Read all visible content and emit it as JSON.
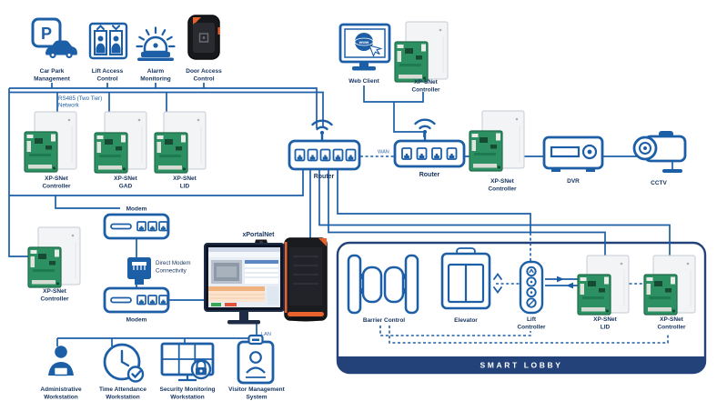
{
  "colors": {
    "line_blue": "#1d5fa7",
    "label_navy": "#16335e",
    "lobby_navy": "#24427a",
    "pcb_green": "#2c9062",
    "accent_orange": "#e8622d",
    "small_label_blue": "#3a69b0"
  },
  "top_devices": [
    {
      "line1": "Car Park",
      "line2": "Management",
      "p_glyph": "P"
    },
    {
      "line1": "Lift Access",
      "line2": "Control"
    },
    {
      "line1": "Alarm",
      "line2": "Monitoring"
    },
    {
      "line1": "Door Access",
      "line2": "Control"
    }
  ],
  "rs485": {
    "line1": "RS485 (Two Tier)",
    "line2": "Network"
  },
  "tier1": [
    {
      "line1": "XP-SNet",
      "line2": "Controller"
    },
    {
      "line1": "XP-SNet",
      "line2": "GAD"
    },
    {
      "line1": "XP-SNet",
      "line2": "LID"
    }
  ],
  "router1_label": "Router",
  "router2_label": "Router",
  "wan_label": "WAN",
  "web_client": {
    "label": "Web Client",
    "globe_text": "www"
  },
  "web_controller": {
    "line1": "XP-SNet",
    "line2": "Controller"
  },
  "right_controller": {
    "line1": "XP-SNet",
    "line2": "Controller"
  },
  "dvr_label": "DVR",
  "cctv_label": "CCTV",
  "modem1_label": "Modem",
  "direct_modem": {
    "line1": "Direct Modem",
    "line2": "Connectivity"
  },
  "modem2_label": "Modem",
  "left_controller": {
    "line1": "XP-SNet",
    "line2": "Controller"
  },
  "server_label": "xPortalNet",
  "lan_label": "LAN",
  "workstations": [
    {
      "line1": "Administrative",
      "line2": "Workstation"
    },
    {
      "line1": "Time Attendance",
      "line2": "Workstation"
    },
    {
      "line1": "Security Monitoring",
      "line2": "Workstation"
    },
    {
      "line1": "Visitor Management",
      "line2": "System"
    }
  ],
  "smart_lobby": {
    "banner": "SMART LOBBY",
    "barrier_label": "Barrier Control",
    "elevator_label": "Elevator",
    "lift_controller": {
      "line1": "Lift",
      "line2": "Controller"
    },
    "lid": {
      "line1": "XP-SNet",
      "line2": "LID"
    },
    "controller": {
      "line1": "XP-SNet",
      "line2": "Controller"
    }
  }
}
